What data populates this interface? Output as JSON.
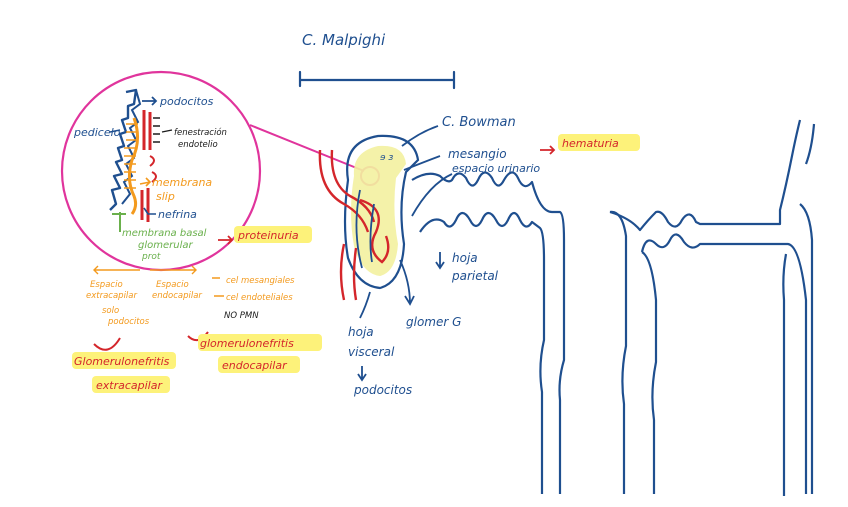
{
  "colors": {
    "ink_blue": "#1f4f8f",
    "red": "#d4262b",
    "orange": "#f39a1e",
    "green": "#6ab04c",
    "magenta": "#e0349c",
    "highlight": "#fdf27a",
    "capsule_fill": "#f3f1a0",
    "black": "#1b1b1b"
  },
  "labels": {
    "title": "C. Malpighi",
    "bowman": "C. Bowman",
    "mesangio": "mesangio",
    "hematuria": "hematuria",
    "espacio_urinario": "espacio urinario",
    "hoja_parietal_1": "hoja",
    "hoja_parietal_2": "parietal",
    "glomerulo": "glomer G",
    "hoja_visceral_1": "hoja",
    "hoja_visceral_2": "visceral",
    "podocitos_main": "podocitos"
  },
  "inset": {
    "podocitos": "podocitos",
    "pedicelo": "pedicelo",
    "fenestracion_1": "fenestración",
    "fenestracion_2": "endotelio",
    "membrana": "membrana",
    "slip": "slip",
    "nefrina": "nefrina",
    "membrana_basal": "membrana basal",
    "glomerular": "glomerular",
    "prot": "prot",
    "proteinuria": "proteinuria"
  },
  "notes": {
    "espacio_extracapilar_1": "Espacio",
    "espacio_extracapilar_2": "extracapilar",
    "solo_podocitos_1": "solo",
    "solo_podocitos_2": "podocitos",
    "espacio_endocapilar_1": "Espacio",
    "espacio_endocapilar_2": "endocapilar",
    "cel_mesangiales": "cel mesangiales",
    "cel_endoteliales": "cel endoteliales",
    "no_pmn": "NO PMN"
  },
  "terms": {
    "gn_extracapilar_1": "Glomerulonefritis",
    "gn_extracapilar_2": "extracapilar",
    "gn_endocapilar_1": "glomerulonefritis",
    "gn_endocapilar_2": "endocapilar"
  }
}
